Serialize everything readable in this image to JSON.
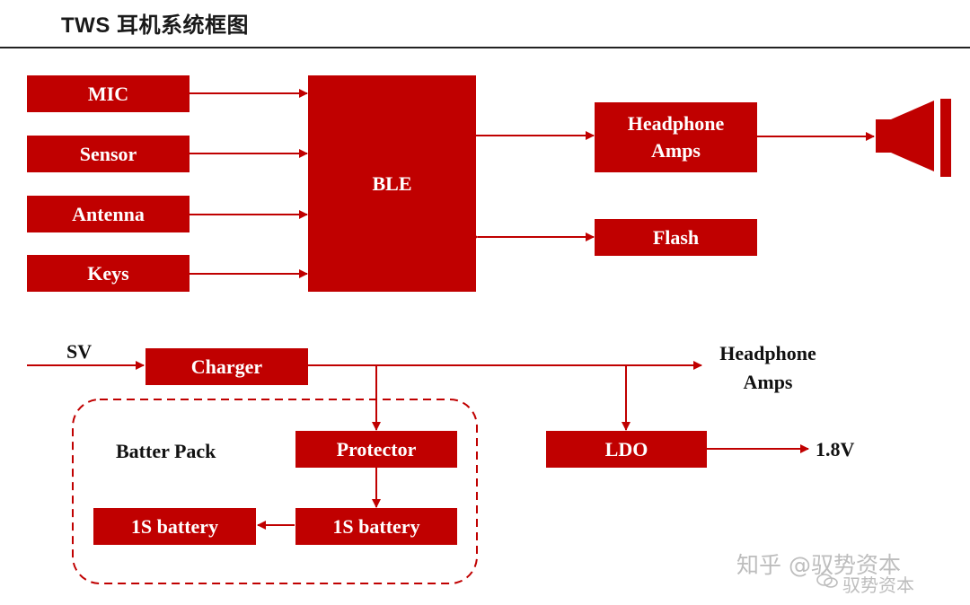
{
  "title": "TWS 耳机系统框图",
  "blocks": {
    "mic": "MIC",
    "sensor": "Sensor",
    "antenna": "Antenna",
    "keys": "Keys",
    "ble": "BLE",
    "headphone_amps_line1": "Headphone",
    "headphone_amps_line2": "Amps",
    "flash": "Flash",
    "charger": "Charger",
    "protector": "Protector",
    "battery_right": "1S battery",
    "battery_left": "1S battery",
    "ldo": "LDO"
  },
  "labels": {
    "sv": "SV",
    "out_headphone_line1": "Headphone",
    "out_headphone_line2": "Amps",
    "batter_pack": "Batter Pack",
    "v18": "1.8V"
  },
  "icons": {
    "speaker": "speaker-icon"
  },
  "watermark": {
    "line1": "知乎 @驭势资本",
    "line2": "驭势资本"
  },
  "colors": {
    "block": "#c00000",
    "wire": "#c00000",
    "text_on_block": "#ffffff"
  }
}
